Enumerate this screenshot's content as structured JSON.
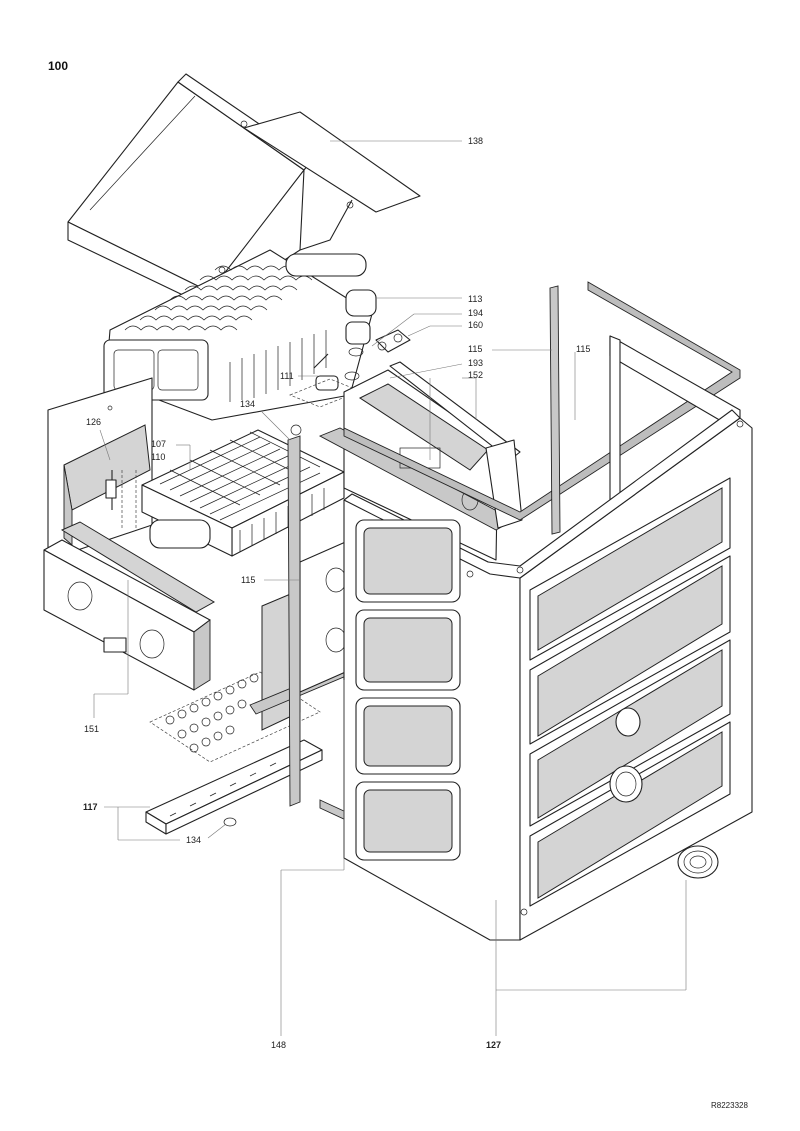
{
  "diagram": {
    "page_number": "100",
    "document_number": "R8223328",
    "callouts": [
      {
        "id": "c138",
        "text": "138",
        "bold": false
      },
      {
        "id": "c113",
        "text": "113",
        "bold": false
      },
      {
        "id": "c194",
        "text": "194",
        "bold": false
      },
      {
        "id": "c160",
        "text": "160",
        "bold": false
      },
      {
        "id": "c115a",
        "text": "115",
        "bold": false
      },
      {
        "id": "c115b",
        "text": "115",
        "bold": false
      },
      {
        "id": "c193",
        "text": "193",
        "bold": false
      },
      {
        "id": "c152",
        "text": "152",
        "bold": false
      },
      {
        "id": "c111",
        "text": "111",
        "bold": false
      },
      {
        "id": "c134a",
        "text": "134",
        "bold": false
      },
      {
        "id": "c126",
        "text": "126",
        "bold": false
      },
      {
        "id": "c107",
        "text": "107",
        "bold": false
      },
      {
        "id": "c110",
        "text": "110",
        "bold": false
      },
      {
        "id": "c115c",
        "text": "115",
        "bold": false
      },
      {
        "id": "c151",
        "text": "151",
        "bold": false
      },
      {
        "id": "c117",
        "text": "117",
        "bold": true
      },
      {
        "id": "c134b",
        "text": "134",
        "bold": false
      },
      {
        "id": "c148",
        "text": "148",
        "bold": false
      },
      {
        "id": "c127",
        "text": "127",
        "bold": true
      }
    ]
  }
}
